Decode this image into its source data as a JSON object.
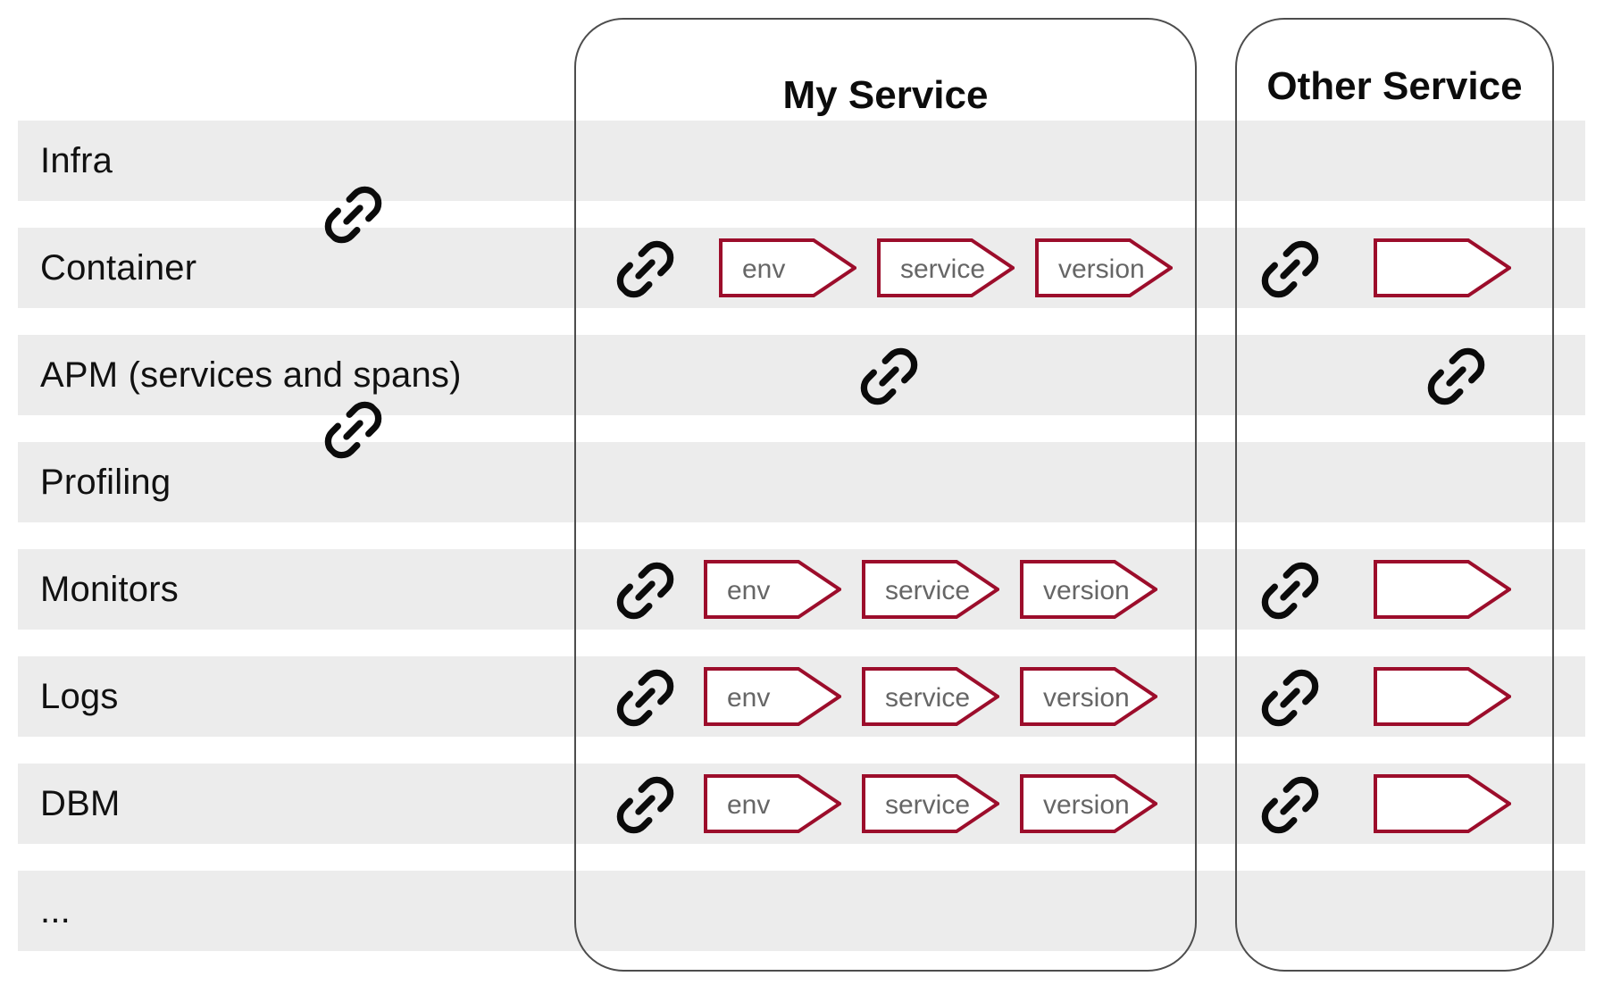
{
  "my_service": {
    "title": "My Service"
  },
  "other_service": {
    "title": "Other Service"
  },
  "rows": [
    {
      "label": "Infra"
    },
    {
      "label": "Container"
    },
    {
      "label": "APM (services and spans)"
    },
    {
      "label": "Profiling"
    },
    {
      "label": "Monitors"
    },
    {
      "label": "Logs"
    },
    {
      "label": "DBM"
    },
    {
      "label": "..."
    }
  ],
  "tag_labels": {
    "env": "env",
    "service": "service",
    "version": "version",
    "empty": ""
  },
  "icons": {
    "link": "link-icon (chain link, rotated 45°)"
  },
  "colors": {
    "row_background": "#ececec",
    "box_border": "#4d4d4d",
    "tag_border": "#9c0d2b",
    "tag_text": "#666666",
    "icon_color": "#0b0b0b",
    "text_color": "#111111"
  }
}
